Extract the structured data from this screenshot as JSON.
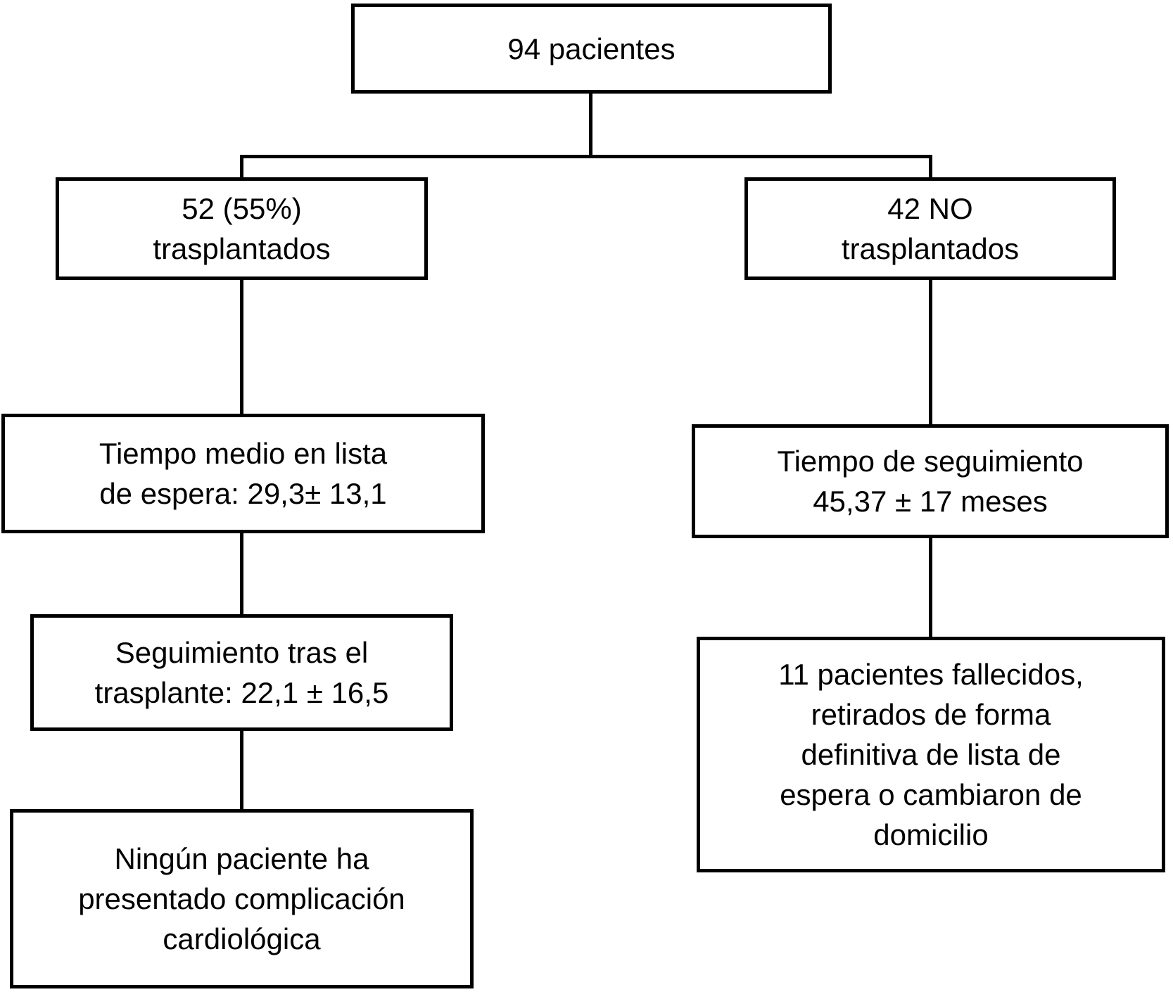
{
  "diagram": {
    "type": "flowchart",
    "colors": {
      "border": "#000000",
      "background": "#ffffff",
      "text": "#000000"
    },
    "nodes": {
      "root": {
        "lines": [
          "94 pacientes"
        ]
      },
      "transplanted": {
        "lines": [
          "52 (55%)",
          "trasplantados"
        ]
      },
      "not_transplanted": {
        "lines": [
          "42 NO",
          "trasplantados"
        ]
      },
      "waitlist_time": {
        "lines": [
          "Tiempo medio en lista",
          "de espera: 29,3± 13,1"
        ]
      },
      "followup_time": {
        "lines": [
          "Tiempo de seguimiento",
          "45,37 ± 17 meses"
        ]
      },
      "post_transplant_followup": {
        "lines": [
          "Seguimiento tras el",
          "trasplante: 22,1 ± 16,5"
        ]
      },
      "deceased_withdrawn": {
        "lines": [
          "11 pacientes fallecidos,",
          "retirados de forma",
          "definitiva de lista de",
          "espera o cambiaron de",
          "domicilio"
        ]
      },
      "no_cardiac_complications": {
        "lines": [
          "Ningún paciente ha",
          "presentado complicación",
          "cardiológica"
        ]
      }
    },
    "edges": [
      {
        "from": "root",
        "to": "transplanted"
      },
      {
        "from": "root",
        "to": "not_transplanted"
      },
      {
        "from": "transplanted",
        "to": "waitlist_time"
      },
      {
        "from": "not_transplanted",
        "to": "followup_time"
      },
      {
        "from": "waitlist_time",
        "to": "post_transplant_followup"
      },
      {
        "from": "followup_time",
        "to": "deceased_withdrawn"
      },
      {
        "from": "post_transplant_followup",
        "to": "no_cardiac_complications"
      }
    ]
  }
}
